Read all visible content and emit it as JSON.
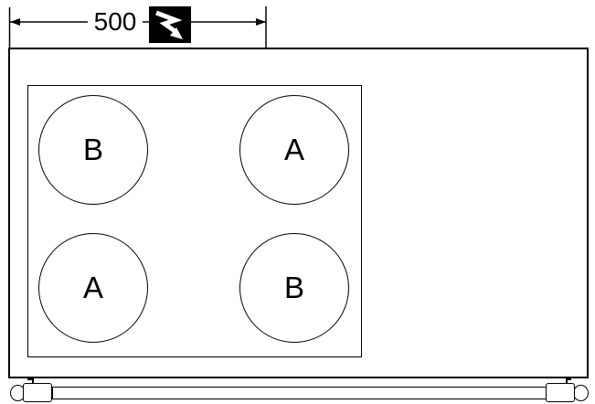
{
  "diagram": {
    "kind": "appliance-installation-drawing",
    "dimension": {
      "value": "500",
      "orientation": "horizontal"
    },
    "electric_icon": {
      "name": "lightning-bolt-arrow-icon",
      "background": "#000000",
      "foreground": "#ffffff"
    },
    "cooktop": {
      "burners": [
        {
          "position": "top-left",
          "label": "B"
        },
        {
          "position": "top-right",
          "label": "A"
        },
        {
          "position": "bottom-left",
          "label": "A"
        },
        {
          "position": "bottom-right",
          "label": "B"
        }
      ]
    },
    "colors": {
      "line": "#000000",
      "background": "#ffffff"
    }
  }
}
